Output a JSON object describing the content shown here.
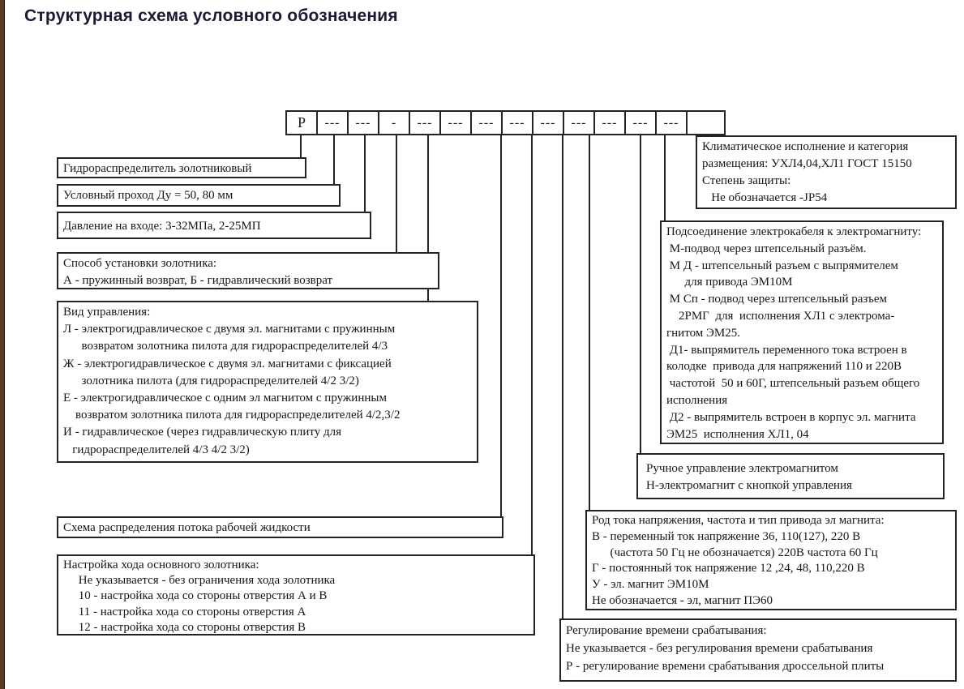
{
  "page": {
    "title": "Структурная схема условного обозначения"
  },
  "colors": {
    "accent_bar": "#5a3c22",
    "title_color": "#1e1838",
    "line_color": "#232323"
  },
  "code_row": {
    "cells": [
      "Р",
      "---",
      "---",
      "-",
      "---",
      "---",
      "---",
      "---",
      "---",
      "---",
      "---",
      "---",
      "---",
      ""
    ]
  },
  "boxes": {
    "valve": {
      "lines": [
        "Гидрораспределитель золотниковый"
      ]
    },
    "bore": {
      "lines": [
        "Условный проход Ду = 50, 80 мм"
      ]
    },
    "pressure": {
      "lines": [
        "Давление на входе: 3-32МПа, 2-25МП"
      ]
    },
    "spool_install": {
      "lines": [
        "Способ установки золотника:",
        "А - пружинный возврат, Б - гидравлический возврат"
      ]
    },
    "control_type": {
      "lines": [
        "Вид управления:",
        "Л - электрогидравлическое с двумя эл. магнитами с пружинным",
        "      возвратом золотника пилота для гидрораспределителей 4/3",
        "Ж - электрогидравлическое с двумя эл. магнитами с фиксацией",
        "      золотника пилота (для гидрораспределителей 4/2 3/2)",
        "Е - электрогидравлическое с одним эл магнитом с пружинным",
        "    возвратом золотника пилота для гидрораспределителей 4/2,3/2",
        "И - гидравлическое (через гидравлическую плиту для",
        "   гидрораспределителей 4/3 4/2 3/2)"
      ]
    },
    "flow_scheme": {
      "lines": [
        "Схема распределения потока рабочей жидкости"
      ]
    },
    "stroke_adjust": {
      "lines": [
        "Настройка хода основного золотника:",
        "     Не указывается - без ограничения хода золотника",
        "     10 - настройка хода со стороны отверстия А и В",
        "     11 - настройка хода со стороны отверстия А",
        "     12 - настройка хода со стороны отверстия В"
      ]
    },
    "climate": {
      "lines": [
        "Климатическое исполнение и категория",
        "размещения: УХЛ4,04,ХЛ1 ГОСТ 15150",
        "Степень защиты:",
        "   Не обозначается -JP54"
      ]
    },
    "cable_connection": {
      "lines": [
        "Подсоединение электрокабеля к электромагниту:",
        " М-подвод через штепсельный разъём.",
        " М Д - штепсельный разъем с выпрямителем",
        "      для привода ЭМ10М",
        " М Сп - подвод через штепсельный разъем",
        "    2РМГ  для  исполнения ХЛ1 с электрома-",
        "гнитом ЭМ25.",
        " Д1- выпрямитель переменного тока встроен в",
        "колодке  привода для напряжений 110 и 220В",
        " частотой  50 и 60Г, штепсельный разъем общего",
        "исполнения",
        " Д2 - выпрямитель встроен в корпус эл. магнита",
        "ЭМ25  исполнения ХЛ1, 04"
      ]
    },
    "manual_control": {
      "lines": [
        "Ручное управление электромагнитом",
        "Н-электромагнит с кнопкой управления"
      ]
    },
    "current_type": {
      "lines": [
        "Род тока напряжения, частота и тип привода эл магнита:",
        "В - переменный ток напряжение 36, 110(127), 220 В",
        "      (частота 50 Гц не обозначается) 220В частота 60 Гц",
        "Г - постоянный ток напряжение 12 ,24, 48, 110,220 В",
        "У - эл. магнит ЭМ10М",
        "Не обозначается - эл, магнит ПЭ60"
      ]
    },
    "response_time": {
      "lines": [
        "Регулирование времени срабатывания:",
        "Не указывается - без регулирования времени срабатывания",
        "Р - регулирование времени срабатывания дроссельной плиты"
      ]
    }
  }
}
